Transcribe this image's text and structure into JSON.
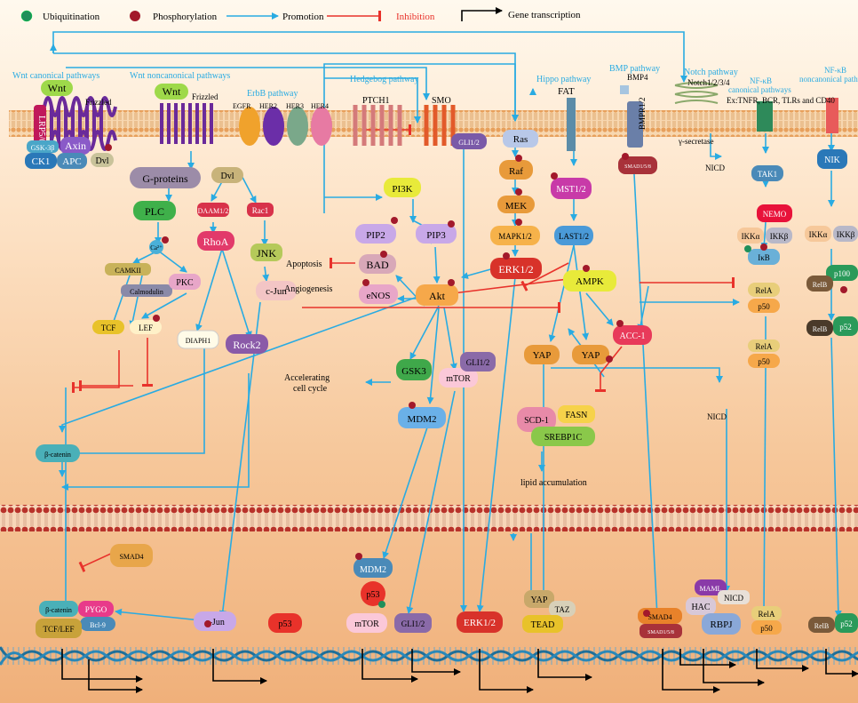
{
  "legend": {
    "ubiquitination": "Ubiquitination",
    "phosphorylation": "Phosphorylation",
    "promotion": "Promotion",
    "inhibition": "Inhibition",
    "gene_transcription": "Gene transcription"
  },
  "pathways": {
    "wnt_canonical": "Wnt canonical pathways",
    "wnt_noncanonical": "Wnt noncanonical pathways",
    "erbb": "ErbB pathway",
    "hedgehog": "Hedgebog pathway",
    "hippo": "Hippo pathway",
    "bmp": "BMP pathway",
    "notch": "Notch pathway",
    "nfkb_canonical_1": "NF-κB",
    "nfkb_canonical_2": "canonical pathways",
    "nfkb_noncanonical_1": "NF-κB",
    "nfkb_noncanonical_2": "noncanonical pathways"
  },
  "membrane": {
    "lrp56": "LRP5/6",
    "wnt1": "Wnt",
    "frizzled1": "Frizzled",
    "wnt2": "Wnt",
    "frizzled2": "Frizzled",
    "egfr": "EGFR",
    "her2": "HER2",
    "her3": "HER3",
    "her4": "HER4",
    "ptch1": "PTCH1",
    "smo": "SMO",
    "fat": "FAT",
    "bmp4": "BMP4",
    "bmpr12": "BMPR1/2",
    "notch1234": "Notch1/2/3/4",
    "gamma_secretase": "γ-secretase",
    "tnf_ex": "Ex:TNFR, BCR, TLRs and CD40"
  },
  "cytoplasm": {
    "gsk3b": "GSK-3β",
    "axin": "Axin",
    "ck1": "CK1",
    "apc": "APC",
    "dvl1": "Dvl",
    "gproteins": "G-proteins",
    "dvl2": "Dvl",
    "plc": "PLC",
    "ca": "Ca²⁺",
    "daam12": "DAAM1/2",
    "rac1": "Rac1",
    "rhoa": "RhoA",
    "jnk": "JNK",
    "camkii": "CAMKII",
    "calmodulin": "Calmodulin",
    "pkc": "PKC",
    "tcf": "TCF",
    "lef": "LEF",
    "diaph1": "DIAPH1",
    "rock2": "Rock2",
    "cjun": "c-Jun",
    "pi3k": "PI3K",
    "pip2": "PIP2",
    "pip3": "PIP3",
    "bad": "BAD",
    "apoptosis": "Apoptosis",
    "enos": "eNOS",
    "angiogenesis": "Angiogenesis",
    "akt": "Akt",
    "gsk3": "GSK3",
    "accel_1": "Accelerating",
    "accel_2": "cell cycle",
    "mdm2": "MDM2",
    "mtor": "mTOR",
    "gli12_a": "GLI1/2",
    "gli12_b": "GLI1/2",
    "ras": "Ras",
    "raf": "Raf",
    "mek": "MEK",
    "mapk12": "MAPK1/2",
    "erk12": "ERK1/2",
    "mst12": "MST1/2",
    "lats12": "LAST1/2",
    "ampk": "AMPK",
    "yap1": "YAP",
    "yap2": "YAP",
    "acc1": "ACC-1",
    "scd1": "SCD-1",
    "fasn": "FASN",
    "srebp1c": "SREBP1C",
    "lipid": "lipid accumulation",
    "smad158": "SMAD1/5/8",
    "nicd1": "NICD",
    "nicd2": "NICD",
    "tak1": "TAK1",
    "nemo": "NEMO",
    "ikka1": "IKKα",
    "ikkb1": "IKKβ",
    "ikb": "IκB",
    "rela1": "RelA",
    "p50_1": "p50",
    "rela2": "RelA",
    "p50_2": "p50",
    "nik": "NIK",
    "ikka2": "IKKα",
    "ikkb2": "IKKβ",
    "p100": "p100",
    "relb1": "RelB",
    "relb2": "RelB",
    "p52_1": "p52",
    "bcatenin": "β-catenin"
  },
  "nucleus": {
    "smad4_a": "SMAD4",
    "mdm2": "MDM2",
    "p53_a": "p53",
    "bcatenin": "β-catenin",
    "pygo": "PYGO",
    "bcl9": "Bcl-9",
    "tcflef": "TCF/LEF",
    "cjun": "c-Jun",
    "p53_b": "p53",
    "mtor": "mTOR",
    "gli12": "GLI1/2",
    "erk12": "ERK1/2",
    "yap": "YAP",
    "taz": "TAZ",
    "tead": "TEAD",
    "smad4_b": "SMAD4",
    "smad158": "SMAD1/5/8",
    "maml": "MAML",
    "hac": "HAC",
    "nicd": "NICD",
    "rbpj": "RBPJ",
    "rela": "RelA",
    "p50": "p50",
    "relb": "RelB",
    "p52": "p52"
  },
  "colors": {
    "promotion": "#29abe2",
    "inhibition": "#e8322b",
    "membrane": "#e0a06a",
    "nucleus": "#b8322a",
    "dna": "#1f6f99"
  }
}
